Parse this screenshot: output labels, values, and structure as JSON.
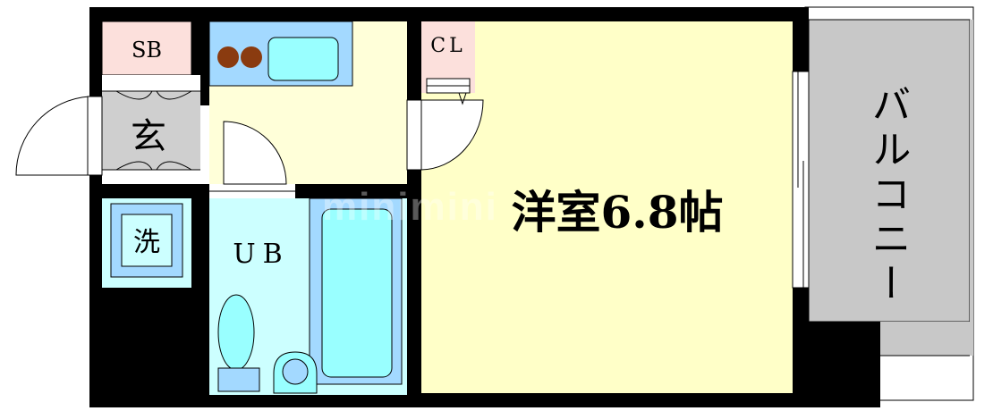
{
  "floor_plan": {
    "rooms": {
      "shoe_box": "SB",
      "entrance": "玄",
      "closet": "CL",
      "laundry": "洗",
      "unit_bath": "UB",
      "western_room": "洋室6.8帖",
      "balcony": "バルコニー"
    },
    "watermark": "minimini"
  },
  "colors": {
    "wall": "#000000",
    "kitchen_floor": "#ffffd9",
    "western_floor": "#ffffc8",
    "bath_floor": "#ccffff",
    "fixture_blue": "#a3d9ff",
    "fixture_cyan": "#99ffff",
    "storage_pink": "#fce0dc",
    "balcony_gray": "#c8c8c8",
    "entrance_gray": "#cfcfcf",
    "stove_brown": "#8a3b10"
  }
}
